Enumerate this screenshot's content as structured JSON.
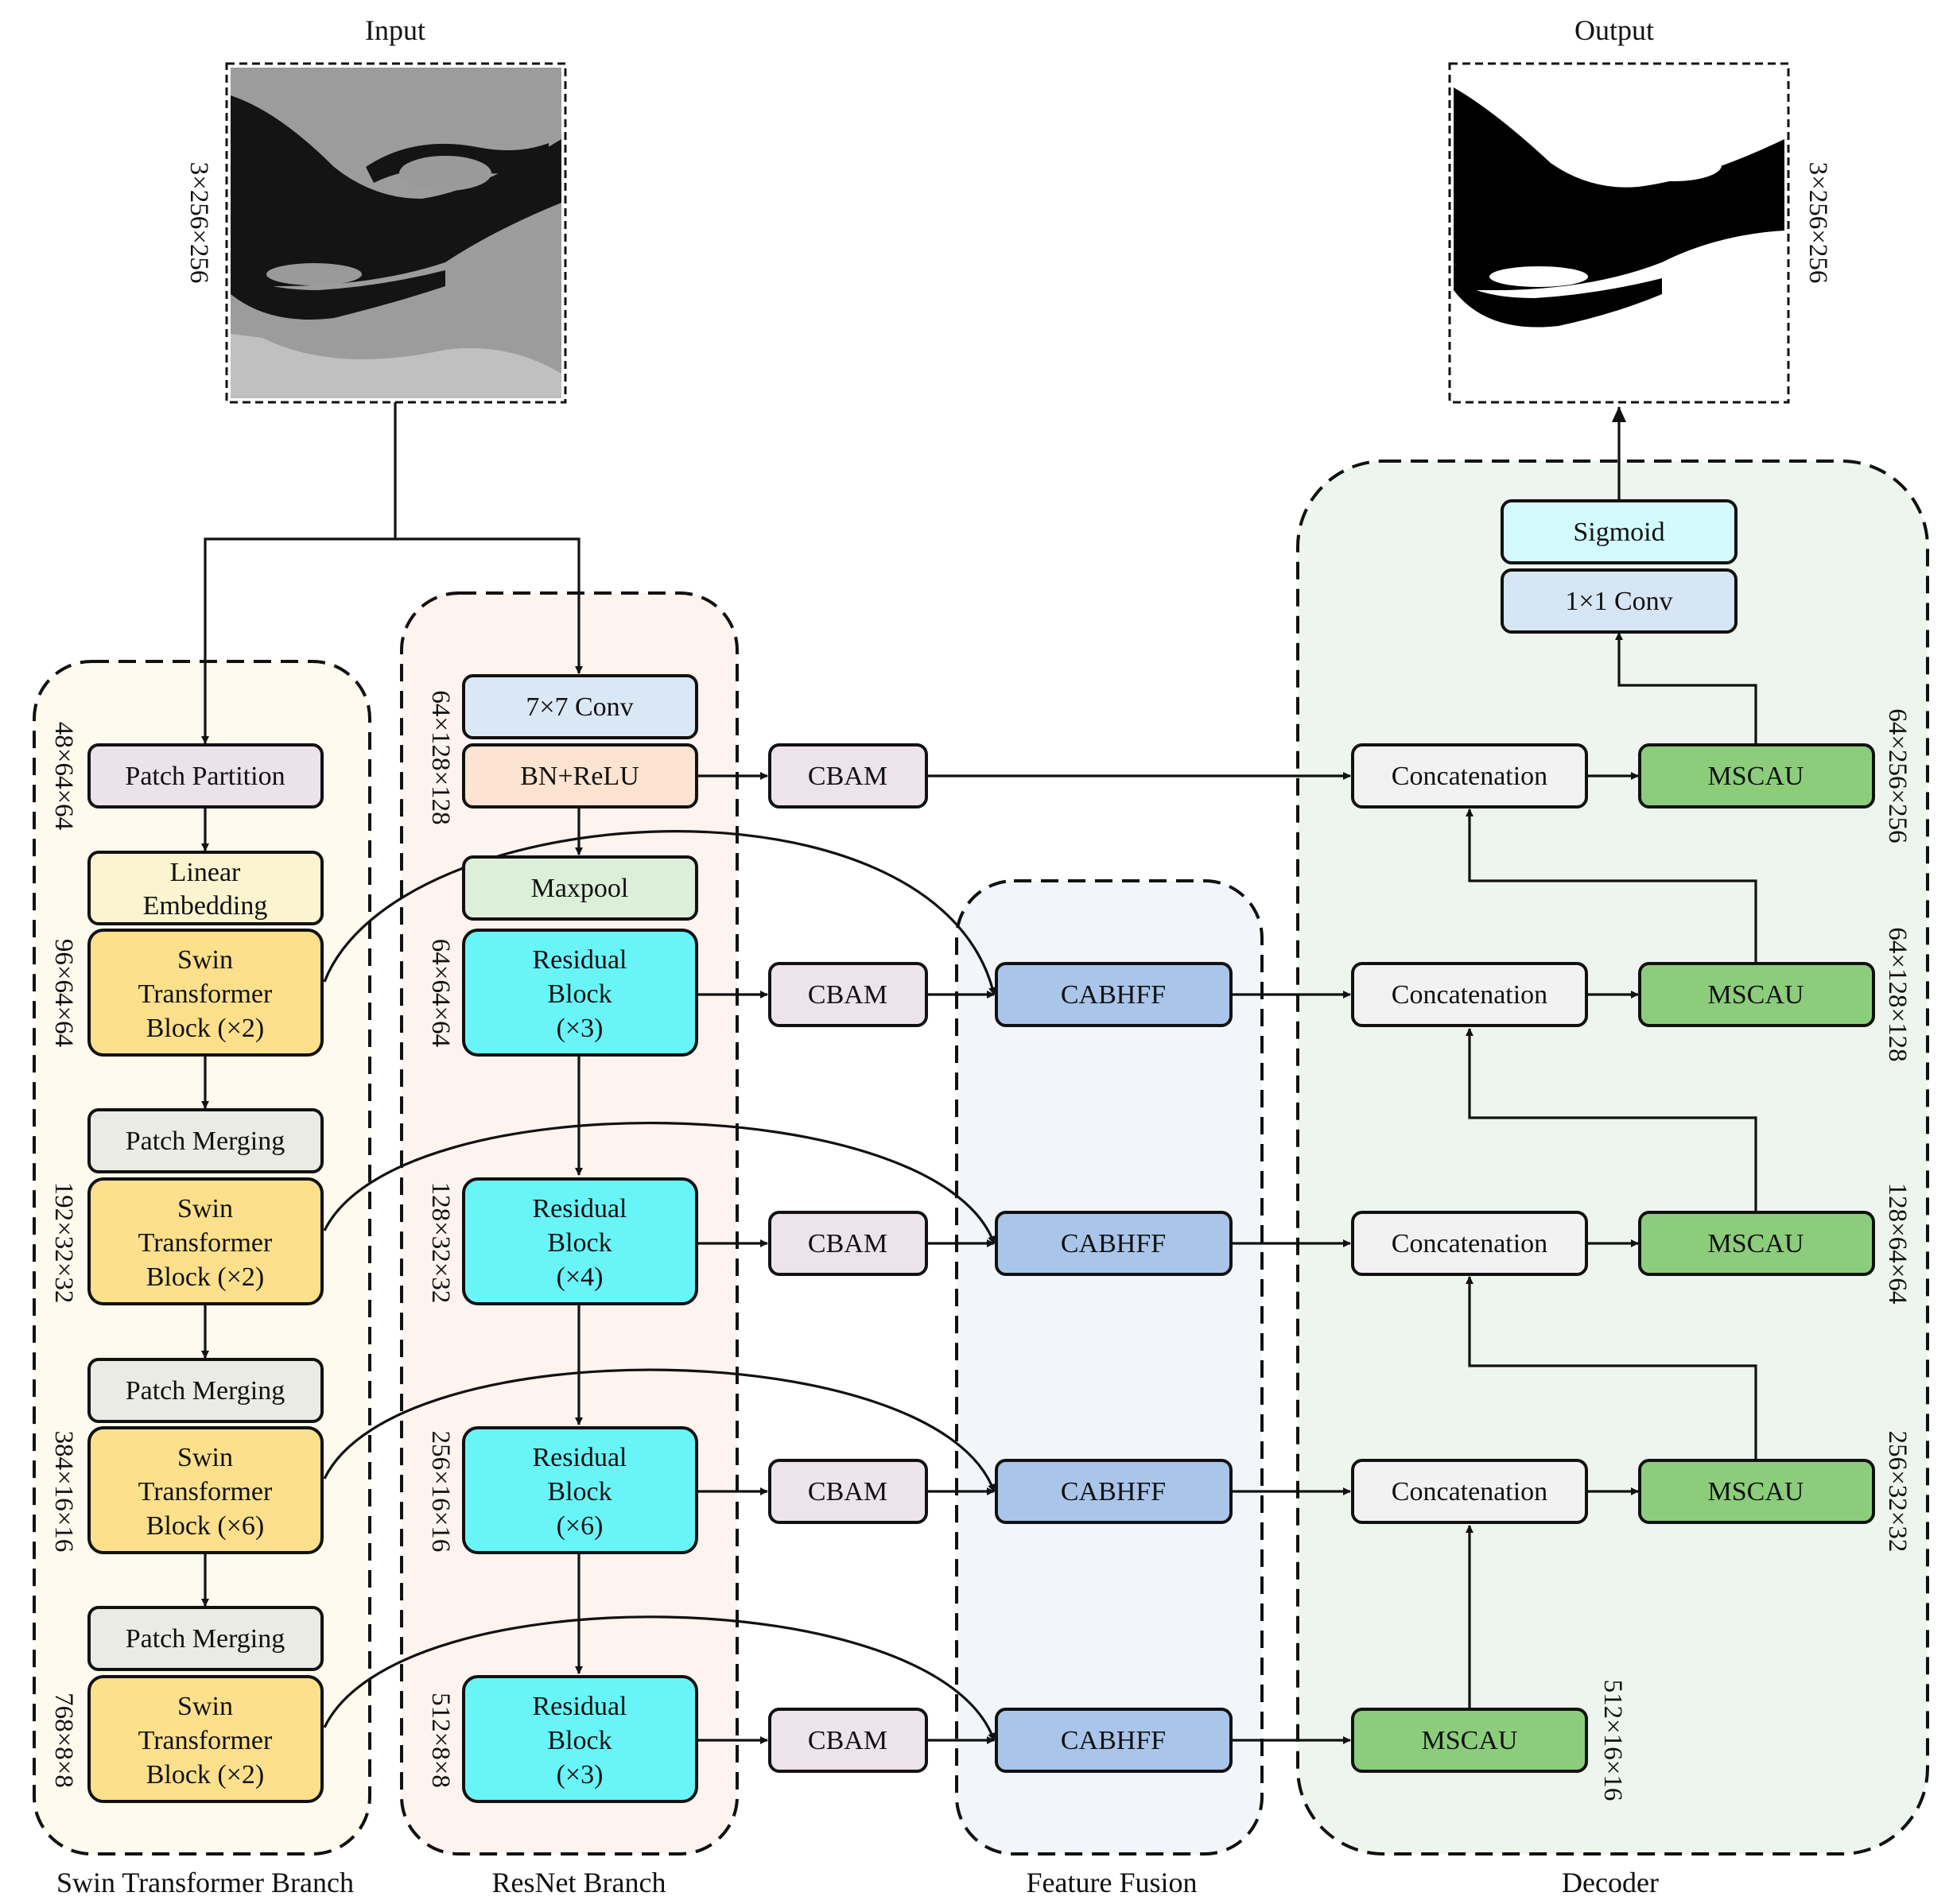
{
  "io": {
    "input_title": "Input",
    "output_title": "Output",
    "input_dim": "3×256×256",
    "output_dim": "3×256×256"
  },
  "panels": {
    "swin": "Swin Transformer Branch",
    "resnet": "ResNet Branch",
    "fusion": "Feature Fusion",
    "decoder": "Decoder"
  },
  "swin": {
    "patch_partition": "Patch Partition",
    "linear_embedding": [
      "Linear",
      "Embedding"
    ],
    "patch_merging": "Patch Merging",
    "stage1": [
      "Swin",
      "Transformer",
      "Block (×2)"
    ],
    "stage2": [
      "Swin",
      "Transformer",
      "Block (×2)"
    ],
    "stage3": [
      "Swin",
      "Transformer",
      "Block (×6)"
    ],
    "stage4": [
      "Swin",
      "Transformer",
      "Block (×2)"
    ],
    "dims": [
      "48×64×64",
      "96×64×64",
      "192×32×32",
      "384×16×16",
      "768×8×8"
    ]
  },
  "resnet": {
    "conv7": "7×7 Conv",
    "bnrelu": "BN+ReLU",
    "maxpool": "Maxpool",
    "res1": [
      "Residual",
      "Block",
      "(×3)"
    ],
    "res2": [
      "Residual",
      "Block",
      "(×4)"
    ],
    "res3": [
      "Residual",
      "Block",
      "(×6)"
    ],
    "res4": [
      "Residual",
      "Block",
      "(×3)"
    ],
    "dims": [
      "64×128×128",
      "64×64×64",
      "128×32×32",
      "256×16×16",
      "512×8×8"
    ]
  },
  "fusion": {
    "cbam": "CBAM",
    "cabhff": "CABHFF"
  },
  "decoder": {
    "sigmoid": "Sigmoid",
    "conv1": "1×1 Conv",
    "concat": "Concatenation",
    "mscau": "MSCAU",
    "dims": [
      "64×256×256",
      "64×128×128",
      "128×64×64",
      "256×32×32",
      "512×16×16"
    ]
  },
  "colors": {
    "swin_panel": "#fefaee",
    "resnet_panel": "#fdf3ef",
    "fusion_panel": "#f2f6fb",
    "decoder_panel": "#eef5ee",
    "patch_partition": "#ece2ea",
    "linear_embedding": "#fbf5cf",
    "swin_block": "#fde08c",
    "patch_merging": "#ebebe6",
    "conv7": "#dae8f6",
    "bnrelu": "#fde3d1",
    "maxpool": "#dcefd8",
    "residual": "#69f5f8",
    "cbam": "#ede3eb",
    "cabhff": "#a9c5e9",
    "concat": "#f2f2f2",
    "mscau": "#8ccd7c",
    "sigmoid": "#d3fbfd",
    "conv1": "#d7e6f5"
  }
}
